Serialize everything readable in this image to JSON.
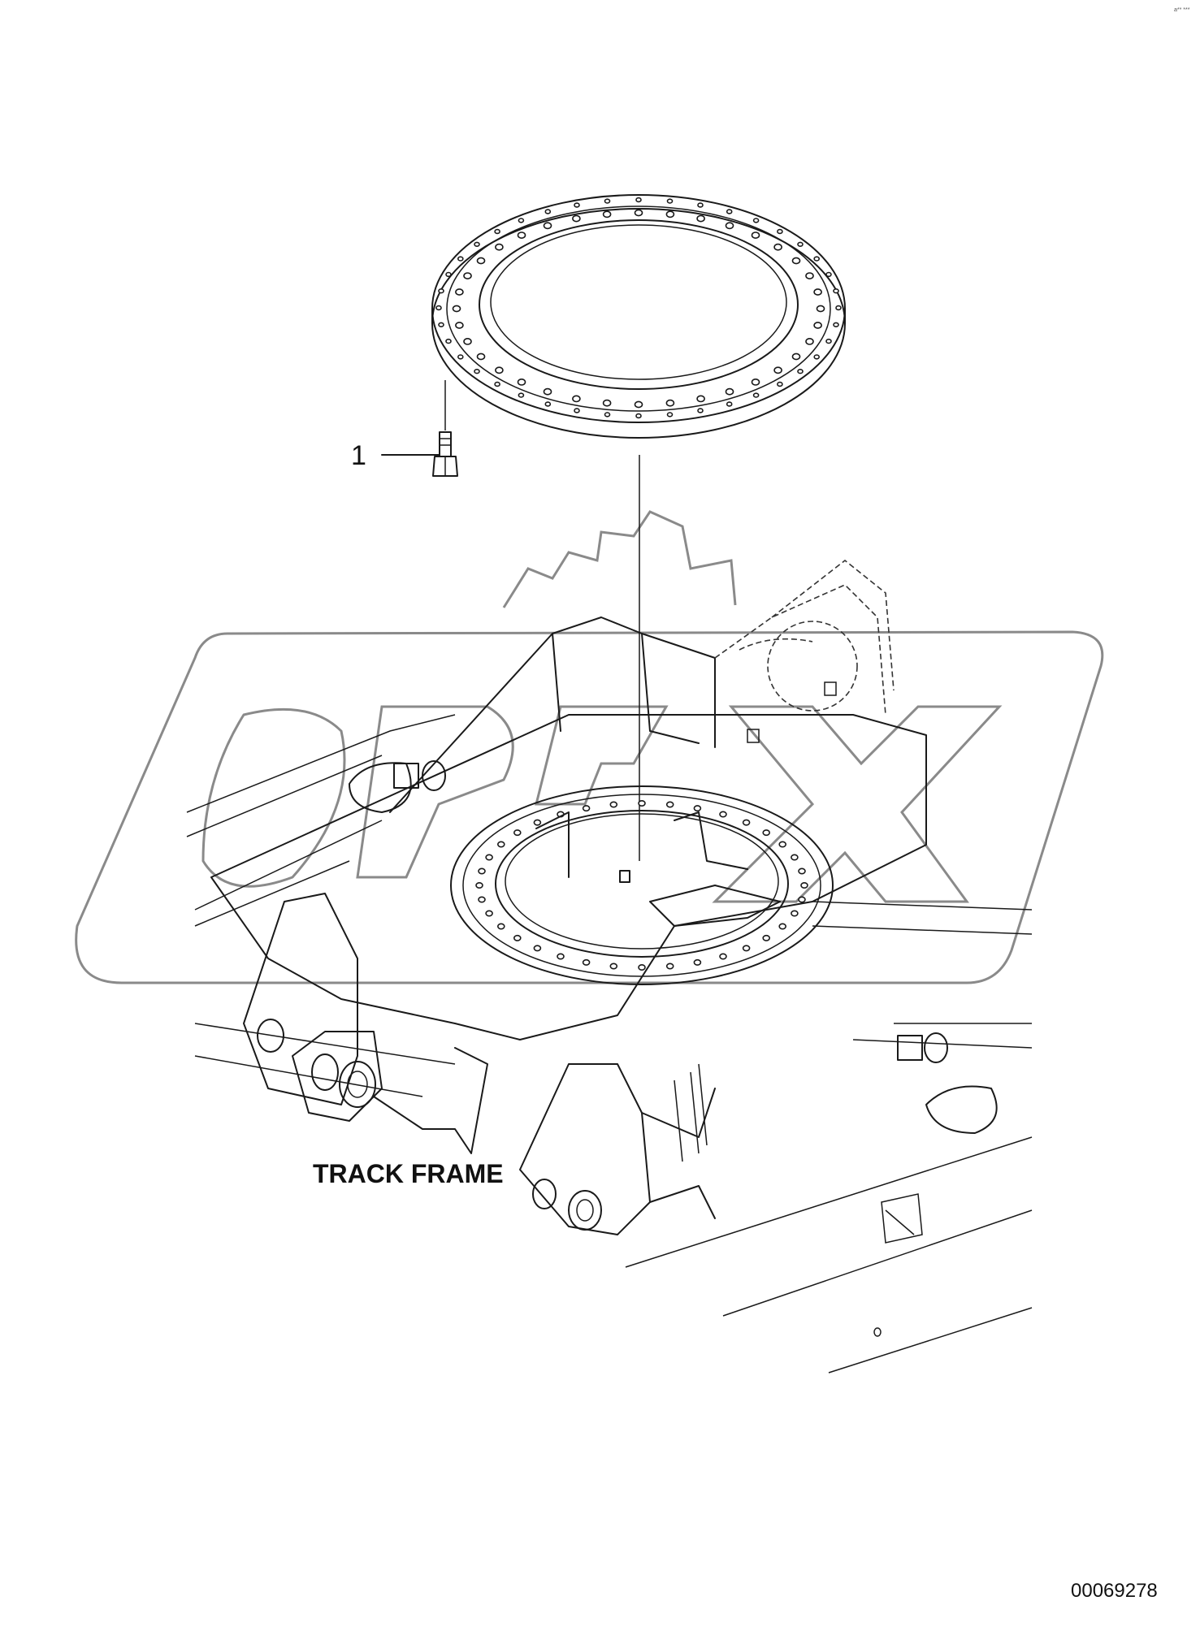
{
  "drawing": {
    "callouts": [
      {
        "number": "1",
        "part": "bolt"
      }
    ],
    "assembly_label": "TRACK FRAME",
    "drawing_number": "00069278",
    "corner_mark": "a** ***",
    "icons": [
      "bolt-icon",
      "watermark-logo"
    ]
  }
}
